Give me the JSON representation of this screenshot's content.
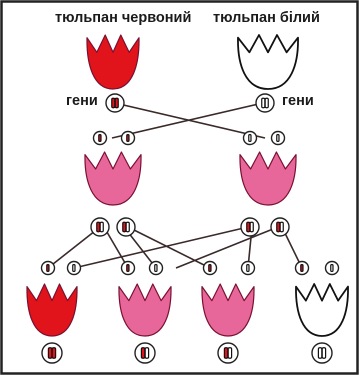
{
  "labels": {
    "tulip_red": "тюльпан червоний",
    "tulip_white": "тюльпан білий",
    "genes": "гени"
  },
  "colors": {
    "red": "#e1141b",
    "pink": "#e7679a",
    "white": "#ffffff",
    "black": "#111111",
    "gene_red": "#e1141b",
    "gene_black": "#111111",
    "lines": "#3a2a2a"
  },
  "flowers": [
    {
      "name": "parent-red-tulip",
      "color": "red"
    },
    {
      "name": "parent-white-tulip",
      "color": "white"
    },
    {
      "name": "f1-left-tulip",
      "color": "pink"
    },
    {
      "name": "f1-right-tulip",
      "color": "pink"
    },
    {
      "name": "f2-tulip-1",
      "color": "red"
    },
    {
      "name": "f2-tulip-2",
      "color": "pink"
    },
    {
      "name": "f2-tulip-3",
      "color": "pink"
    },
    {
      "name": "f2-tulip-4",
      "color": "white"
    }
  ],
  "genotypes": {
    "parent_red": [
      "R",
      "R"
    ],
    "parent_white": [
      "W",
      "W"
    ],
    "f1_left_a": [
      "R",
      "W"
    ],
    "f1_left_b": [
      "R",
      "W"
    ],
    "f1_right_a": [
      "R",
      "W"
    ],
    "f1_right_b": [
      "R",
      "W"
    ],
    "f2_1": [
      "R",
      "R"
    ],
    "f2_2": [
      "R",
      "W"
    ],
    "f2_3": [
      "R",
      "W"
    ],
    "f2_4": [
      "W",
      "W"
    ]
  },
  "gametes": {
    "parents": [
      "R",
      "R",
      "W",
      "W"
    ],
    "f1": [
      "R",
      "W",
      "R",
      "W",
      "R",
      "W",
      "R",
      "W"
    ]
  }
}
